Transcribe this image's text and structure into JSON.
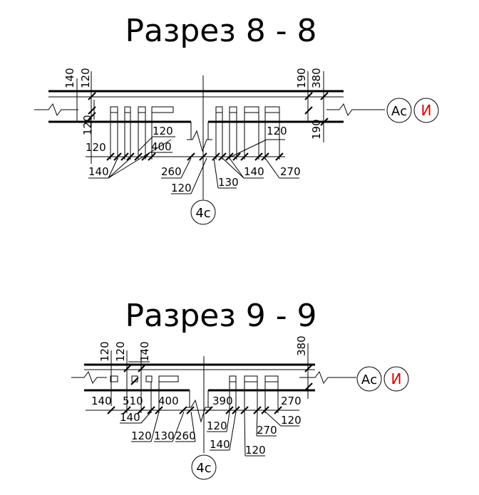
{
  "sections": [
    {
      "title": "Разрез 8 - 8",
      "dims": {
        "top_left": [
          "140",
          "120"
        ],
        "top_right": [
          "190",
          "380"
        ],
        "left_col": [
          "120",
          "120",
          "140"
        ],
        "mid_left": [
          "120",
          "400",
          "260",
          "120"
        ],
        "mid_right": [
          "130",
          "140",
          "120",
          "190",
          "270"
        ]
      },
      "axes": {
        "right_a": "Ас",
        "right_b": "И",
        "bottom": "4с"
      }
    },
    {
      "title": "Разрез 9 - 9",
      "dims": {
        "top_left": [
          "120",
          "120",
          "140"
        ],
        "top_right": [
          "380"
        ],
        "row": [
          "140",
          "510",
          "400",
          "390",
          "270"
        ],
        "bottom": [
          "140",
          "120",
          "130",
          "260",
          "120",
          "140",
          "120",
          "270",
          "120"
        ]
      },
      "axes": {
        "right_a": "Ас",
        "right_b": "И",
        "bottom": "4с"
      }
    }
  ]
}
